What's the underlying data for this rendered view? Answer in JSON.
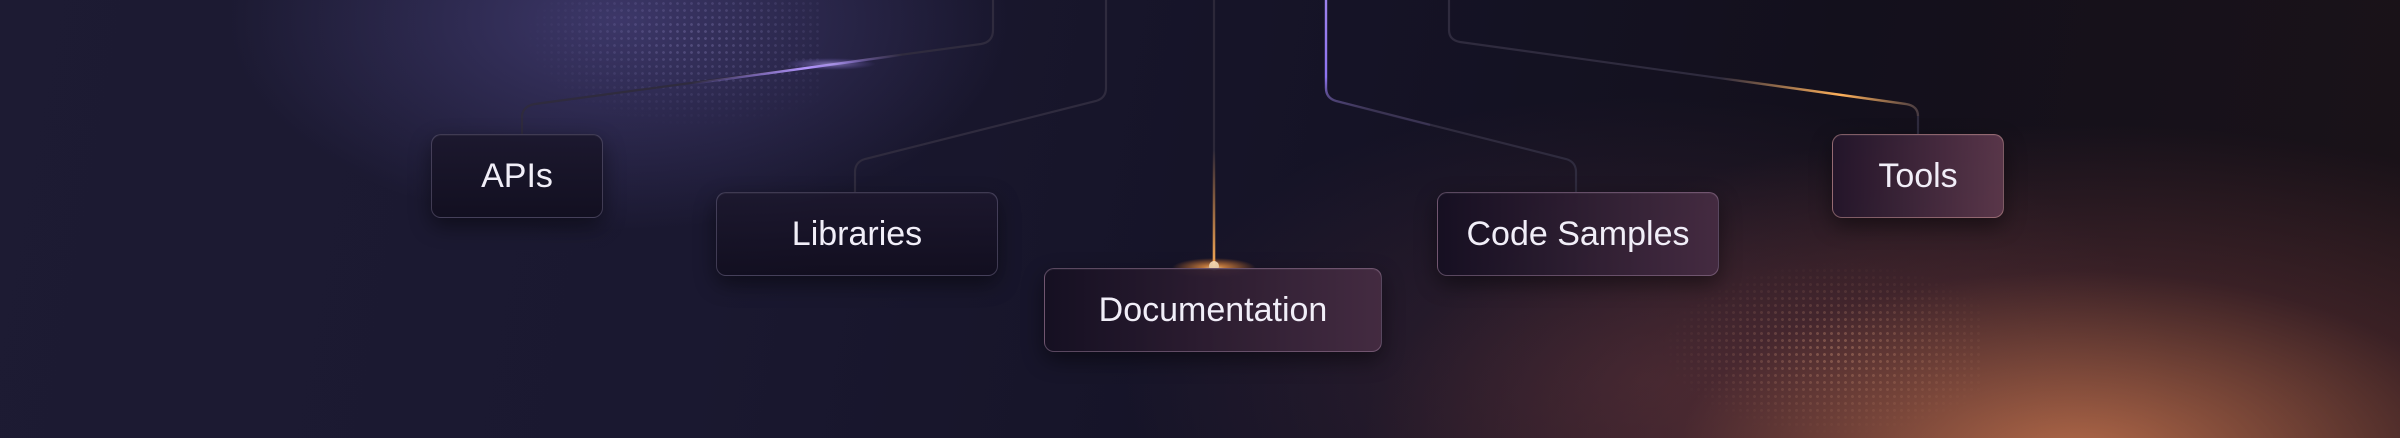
{
  "diagram": {
    "nodes": {
      "apis": "APIs",
      "libraries": "Libraries",
      "documentation": "Documentation",
      "code_samples": "Code Samples",
      "tools": "Tools"
    }
  },
  "colors": {
    "background_dark": "#0d0c18",
    "accent_violet": "#a98bff",
    "accent_orange": "#ffb15a",
    "connector_line": "#2e2a3a"
  }
}
